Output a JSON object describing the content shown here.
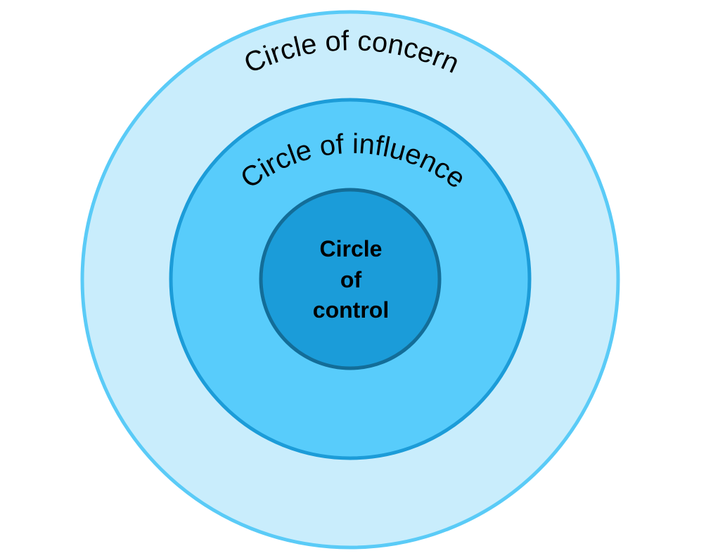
{
  "diagram": {
    "circles": [
      {
        "label": "Circle of concern",
        "fill": "#C9EDFC",
        "stroke": "#5ACBF7"
      },
      {
        "label": "Circle of influence",
        "fill": "#58CCFB",
        "stroke": "#1C9CD8"
      },
      {
        "label_lines": [
          "Circle",
          "of",
          "control"
        ],
        "fill": "#1B9CD9",
        "stroke": "#136D98"
      }
    ]
  }
}
